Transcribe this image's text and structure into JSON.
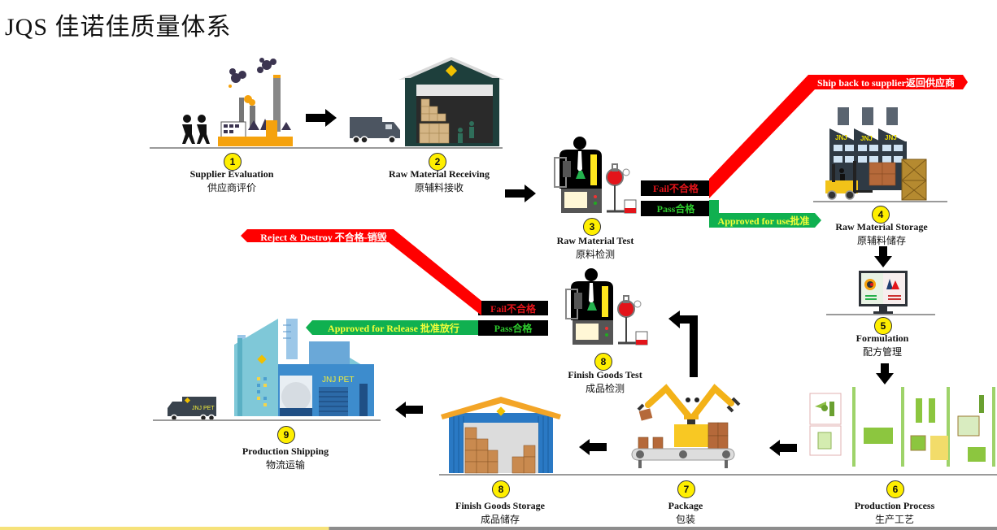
{
  "title": "JQS 佳诺佳质量体系",
  "steps": [
    {
      "num": "1",
      "en": "Supplier Evaluation",
      "cn": "供应商评价"
    },
    {
      "num": "2",
      "en": "Raw Material Receiving",
      "cn": "原辅料接收"
    },
    {
      "num": "3",
      "en": "Raw Material Test",
      "cn": "原料检测"
    },
    {
      "num": "4",
      "en": "Raw Material Storage",
      "cn": "原辅料储存"
    },
    {
      "num": "5",
      "en": "Formulation",
      "cn": "配方管理"
    },
    {
      "num": "6",
      "en": "Production Process",
      "cn": "生产工艺"
    },
    {
      "num": "7",
      "en": "Package",
      "cn": "包装"
    },
    {
      "num": "8",
      "en": "Finish Goods Storage",
      "cn": "成品储存"
    },
    {
      "num": "8",
      "en": "Finish Goods Test",
      "cn": "成品检测"
    },
    {
      "num": "9",
      "en": "Production Shipping",
      "cn": "物流运输"
    }
  ],
  "raw_test_outcomes": {
    "fail": "Fail不合格",
    "pass": "Pass合格",
    "fail_route": "Ship back to supplier返回供应商",
    "pass_route": "Approved for use批准"
  },
  "finish_test_outcomes": {
    "fail": "Fail不合格",
    "pass": "Pass合格",
    "fail_route": "Reject & Destroy 不合格-销毁",
    "pass_route": "Approved for Release 批准放行"
  },
  "illustration_text": {
    "jnj": "JNJ",
    "jnj_pet": "JNJ PET"
  },
  "colors": {
    "badge": "#ffef00",
    "fail_red": "#e5141a",
    "route_red": "#ff0000",
    "route_green": "#10b050",
    "pass_green": "#2ecb2e",
    "approved_yellow": "#f4ff3a"
  }
}
